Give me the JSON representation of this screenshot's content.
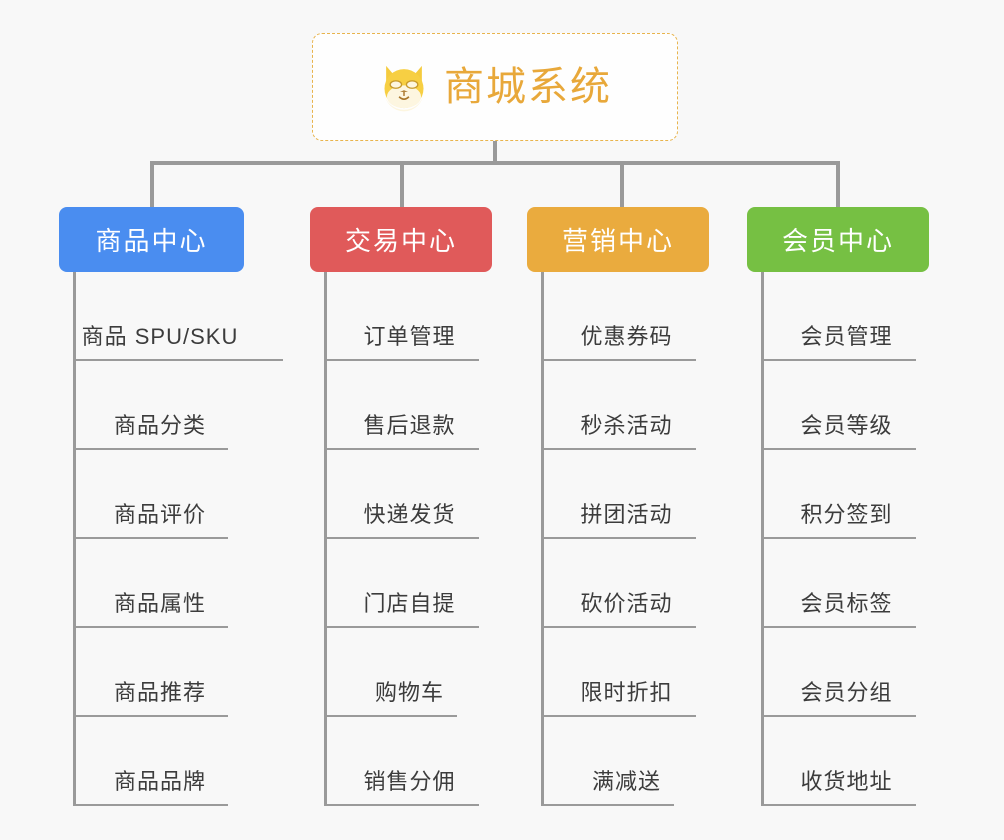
{
  "page": {
    "background_color": "#f8f8f8",
    "line_color": "#9a9a9a"
  },
  "root": {
    "title": "商城系统",
    "icon": "shiba-dog-face-icon",
    "text_color": "#e8a83a",
    "border_color": "#e8b44d",
    "background_color": "#fefefe"
  },
  "columns": [
    {
      "header": "商品中心",
      "color": "#4a8df0",
      "items": [
        "商品 SPU/SKU",
        "商品分类",
        "商品评价",
        "商品属性",
        "商品推荐",
        "商品品牌"
      ]
    },
    {
      "header": "交易中心",
      "color": "#e05a5a",
      "items": [
        "订单管理",
        "售后退款",
        "快递发货",
        "门店自提",
        "购物车",
        "销售分佣"
      ]
    },
    {
      "header": "营销中心",
      "color": "#eaab3e",
      "items": [
        "优惠券码",
        "秒杀活动",
        "拼团活动",
        "砍价活动",
        "限时折扣",
        "满减送"
      ]
    },
    {
      "header": "会员中心",
      "color": "#76c043",
      "items": [
        "会员管理",
        "会员等级",
        "积分签到",
        "会员标签",
        "会员分组",
        "收货地址"
      ]
    }
  ]
}
